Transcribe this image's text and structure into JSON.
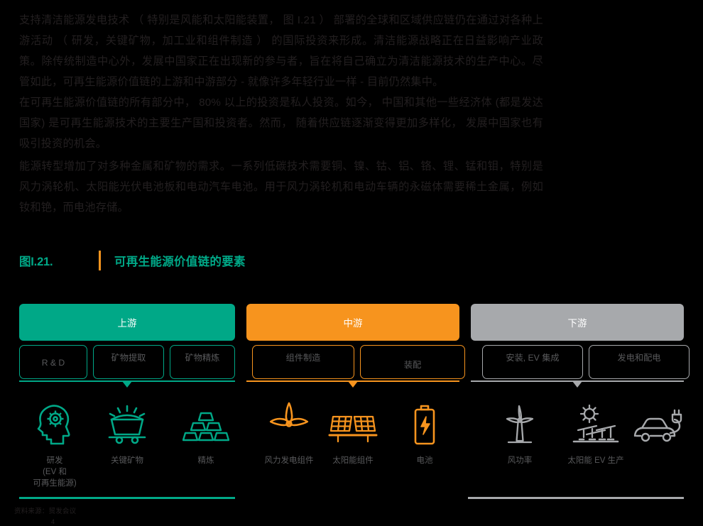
{
  "body": {
    "paragraphs": [
      "支持清洁能源发电技术 （ 特别是风能和太阳能装置， 图 I.21 ） 部署的全球和区域供应链仍在通过对各种上游活动 （ 研发，关键矿物，加工业和组件制造 ） 的国际投资来形成。清洁能源战略正在日益影响产业政策。除传统制造中心外，发展中国家正在出现新的参与者，旨在将自己确立为清洁能源技术的生产中心。尽管如此，可再生能源价值链的上游和中游部分 - 就像许多年轻行业一样 - 目前仍然集中。",
      "在可再生能源价值链的所有部分中， 80% 以上的投资是私人投资。如今， 中国和其他一些经济体 (都是发达国家) 是可再生能源技术的主要生产国和投资者。然而， 随着供应链逐渐变得更加多样化， 发展中国家也有吸引投资的机会。",
      "能源转型增加了对多种金属和矿物的需求。一系列低碳技术需要铜、镍、钴、铝、铬、锂、锰和钼，特别是风力涡轮机、太阳能光伏电池板和电动汽车电池。用于风力涡轮机和电动车辆的永磁体需要稀土金属，例如钕和铯，而电池存储。"
    ]
  },
  "figure": {
    "number": "图I.21.",
    "title": "可再生能源价值链的要素",
    "source": "资料来源：贸发会议",
    "page_number": "4"
  },
  "colors": {
    "upstream": "#00a887",
    "midstream": "#f7941e",
    "downstream": "#a7a9ac",
    "accent_rule": "#f7941e",
    "text": "#231f20",
    "label": "#58595b"
  },
  "chart_data": {
    "type": "diagram",
    "title": "可再生能源价值链的要素",
    "stages": [
      {
        "id": "upstream",
        "label": "上游",
        "color": "#00a887",
        "steps": [
          {
            "label": "R & D",
            "icon": "head-gear-icon",
            "icon_label": "研发\n(EV 和\n可再生能源)"
          },
          {
            "label": "矿物提取",
            "icon": "mining-cart-icon",
            "icon_label": "关键矿物"
          },
          {
            "label": "矿物精炼",
            "icon": "gold-bars-icon",
            "icon_label": "精炼"
          }
        ]
      },
      {
        "id": "midstream",
        "label": "中游",
        "color": "#f7941e",
        "steps": [
          {
            "label": "组件制造",
            "icon": "turbine-blades-icon",
            "icon_label": "风力发电组件"
          },
          {
            "label": "装配",
            "icon": "solar-panel-icon",
            "icon_label": "太阳能组件"
          },
          {
            "label": "",
            "icon": "battery-icon",
            "icon_label": "电池"
          }
        ]
      },
      {
        "id": "downstream",
        "label": "下游",
        "color": "#a7a9ac",
        "steps": [
          {
            "label": "安装, EV 集成",
            "icon": "wind-turbine-icon",
            "icon_label": "风功率"
          },
          {
            "label": "发电和配电",
            "icon": "solar-farm-icon",
            "icon_label": "太阳能 EV 生产"
          },
          {
            "label": "",
            "icon": "ev-charging-icon",
            "icon_label": ""
          }
        ]
      }
    ],
    "sub_boxes": [
      {
        "label": "R & D",
        "group": "upstream"
      },
      {
        "label": "矿物提取",
        "group": "upstream"
      },
      {
        "label": "矿物精炼",
        "group": "upstream"
      },
      {
        "label": "组件制造",
        "group": "midstream"
      },
      {
        "label": "装配",
        "group": "midstream"
      },
      {
        "label": "安装, EV 集成",
        "group": "downstream"
      },
      {
        "label": "发电和配电",
        "group": "downstream"
      }
    ],
    "icons": [
      {
        "name": "head-gear-icon",
        "label": "研发",
        "label2": "(EV 和",
        "label3": "可再生能源)",
        "color": "#00a887"
      },
      {
        "name": "mining-cart-icon",
        "label": "关键矿物",
        "label2": "",
        "label3": "",
        "color": "#00a887"
      },
      {
        "name": "gold-bars-icon",
        "label": "精炼",
        "label2": "",
        "label3": "",
        "color": "#00a887"
      },
      {
        "name": "turbine-blades-icon",
        "label": "风力发电组件",
        "label2": "",
        "label3": "",
        "color": "#f7941e"
      },
      {
        "name": "solar-panel-icon",
        "label": "太阳能组件",
        "label2": "",
        "label3": "",
        "color": "#f7941e"
      },
      {
        "name": "battery-icon",
        "label": "电池",
        "label2": "",
        "label3": "",
        "color": "#f7941e"
      },
      {
        "name": "wind-turbine-icon",
        "label": "风功率",
        "label2": "",
        "label3": "",
        "color": "#a7a9ac"
      },
      {
        "name": "solar-farm-icon",
        "label": "太阳能 EV 生产",
        "label2": "",
        "label3": "",
        "color": "#a7a9ac"
      },
      {
        "name": "ev-charging-icon",
        "label": "",
        "label2": "",
        "label3": "",
        "color": "#a7a9ac"
      }
    ]
  }
}
